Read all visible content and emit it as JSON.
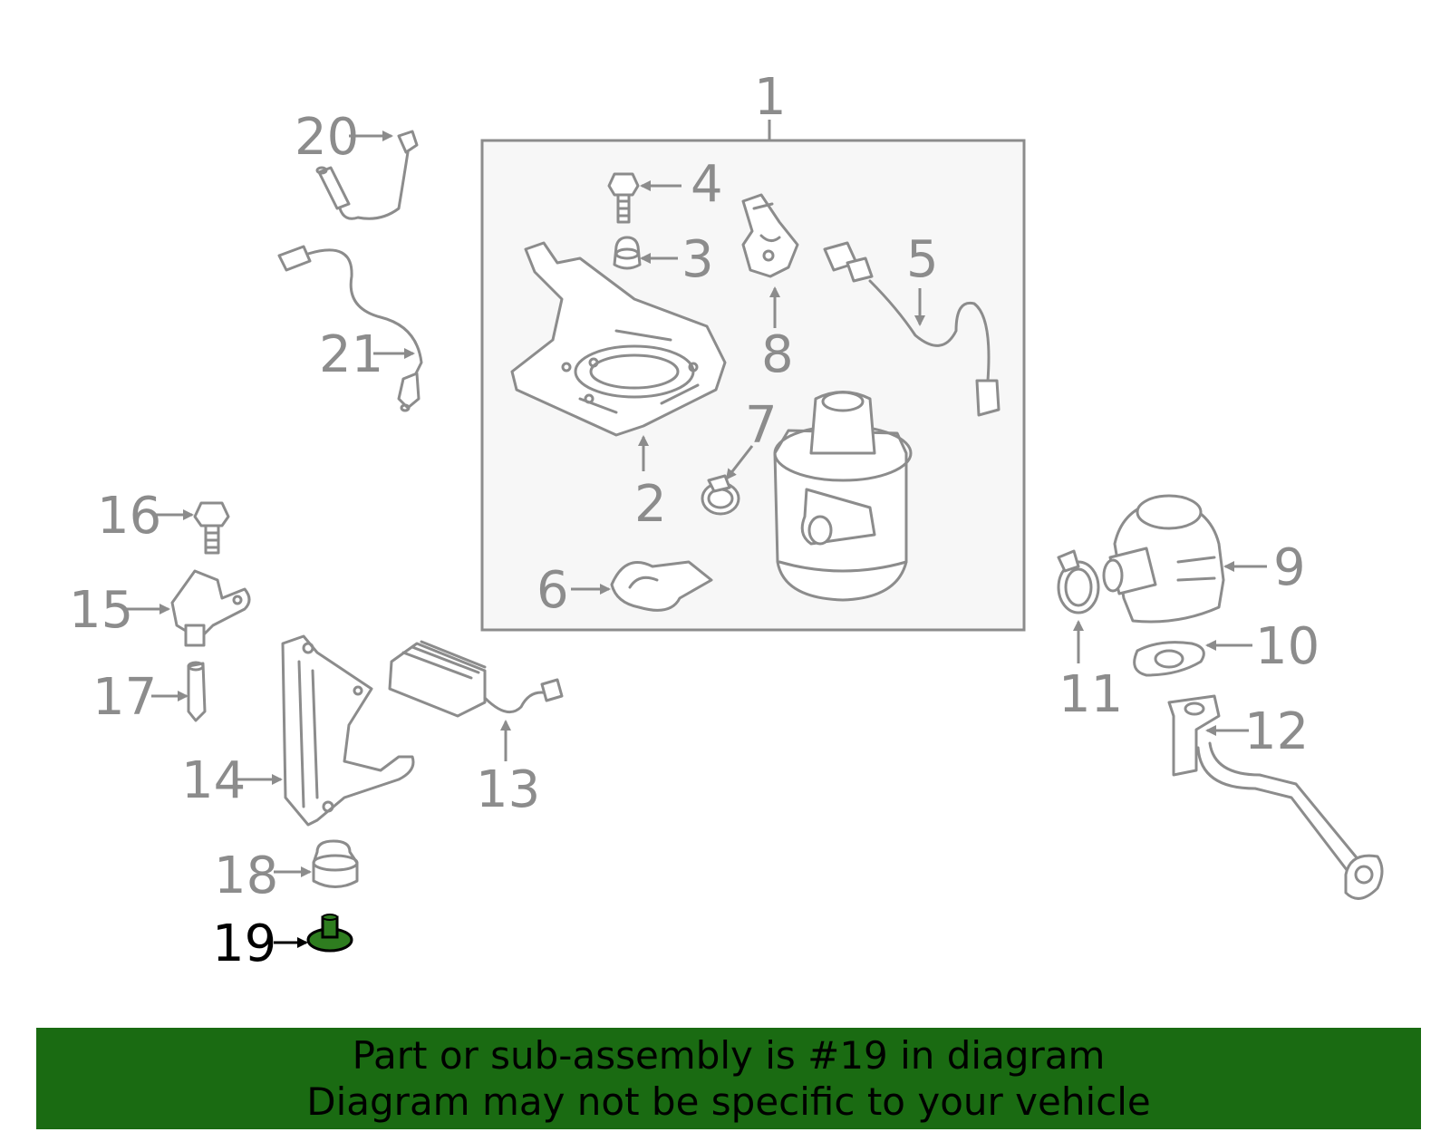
{
  "colors": {
    "highlight": "#2e7d1f",
    "banner_bg": "#1a6b12",
    "line": "#8c8c8c"
  },
  "callouts": {
    "c1": "1",
    "c2": "2",
    "c3": "3",
    "c4": "4",
    "c5": "5",
    "c6": "6",
    "c7": "7",
    "c8": "8",
    "c9": "9",
    "c10": "10",
    "c11": "11",
    "c12": "12",
    "c13": "13",
    "c14": "14",
    "c15": "15",
    "c16": "16",
    "c17": "17",
    "c18": "18",
    "c19": "19",
    "c20": "20",
    "c21": "21"
  },
  "highlighted_part": "19",
  "banner": {
    "line1": "Part or sub-assembly is #19 in diagram",
    "line2": "Diagram may not be specific to your vehicle"
  }
}
